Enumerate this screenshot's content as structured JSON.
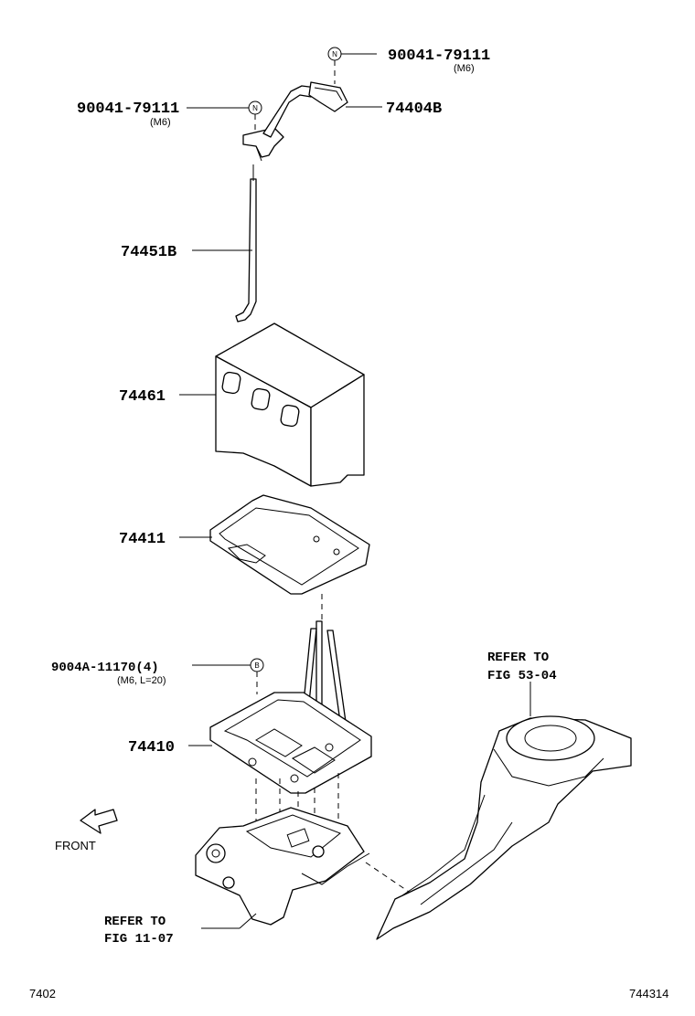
{
  "labels": {
    "nut_top_part": "90041-79111",
    "nut_top_spec": "(M6)",
    "nut_left_part": "90041-79111",
    "nut_left_spec": "(M6)",
    "clamp_part": "74404B",
    "rod_part": "74451B",
    "box_part": "74461",
    "tray_part": "74411",
    "bolt_part": "9004A-11170(4)",
    "bolt_spec": "(M6, L=20)",
    "carrier_part": "74410",
    "refer_right_line1": "REFER TO",
    "refer_right_line2": "FIG 53-04",
    "refer_left_line1": "REFER TO",
    "refer_left_line2": "FIG 11-07",
    "front": "FRONT",
    "code_left": "7402",
    "code_right": "744314"
  },
  "symbols": {
    "nut_symbol": "N",
    "bolt_symbol": "B"
  }
}
